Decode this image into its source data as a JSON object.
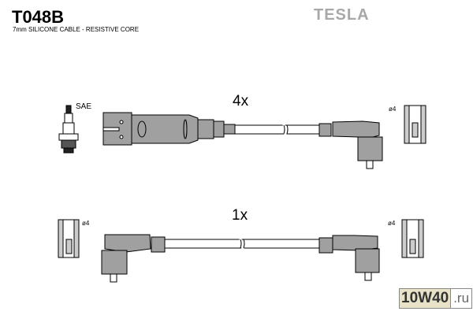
{
  "header": {
    "part_code": "T048B",
    "description": "7mm SILICONE CABLE - RESISTIVE CORE",
    "brand": "TESLA"
  },
  "diagram": {
    "lead_set_1": {
      "quantity": "4x",
      "plug_label": "SAE",
      "terminal_diameter": "ø4"
    },
    "lead_set_2": {
      "quantity": "1x",
      "terminal_diameter_left": "ø4",
      "terminal_diameter_right": "ø4"
    },
    "colors": {
      "boot_fill": "#a0a0a0",
      "outline": "#000000",
      "brand": "#a8a8a8"
    }
  },
  "watermark": {
    "main": "10W40",
    "suffix": ".ru"
  }
}
